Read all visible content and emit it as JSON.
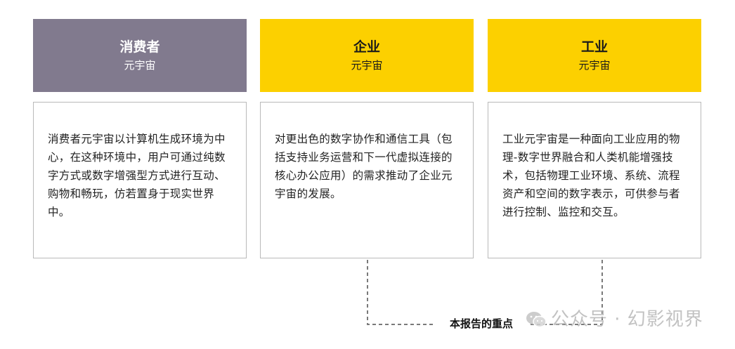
{
  "columns": [
    {
      "title": "消费者",
      "subtitle": "元宇宙",
      "description": "消费者元宇宙以计算机生成环境为中心，在这种环境中，用户可通过纯数字方式或数字增强型方式进行互动、购物和畅玩，仿若置身于现实世界中。",
      "header_color": "#817a8e"
    },
    {
      "title": "企业",
      "subtitle": "元宇宙",
      "description": "对更出色的数字协作和通信工具（包括支持业务运营和下一代虚拟连接的核心办公应用）的需求推动了企业元宇宙的发展。",
      "header_color": "#fcd000"
    },
    {
      "title": "工业",
      "subtitle": "元宇宙",
      "description": "工业元宇宙是一种面向工业应用的物理-数字世界融合和人类机能增强技术，包括物理工业环境、系统、流程资产和空间的数字表示，可供参与者进行控制、监控和交互。",
      "header_color": "#fcd000"
    }
  ],
  "focus_label": "本报告的重点",
  "watermark": {
    "icon": "wechat-icon",
    "text": "公众号 · 幻影视界"
  }
}
